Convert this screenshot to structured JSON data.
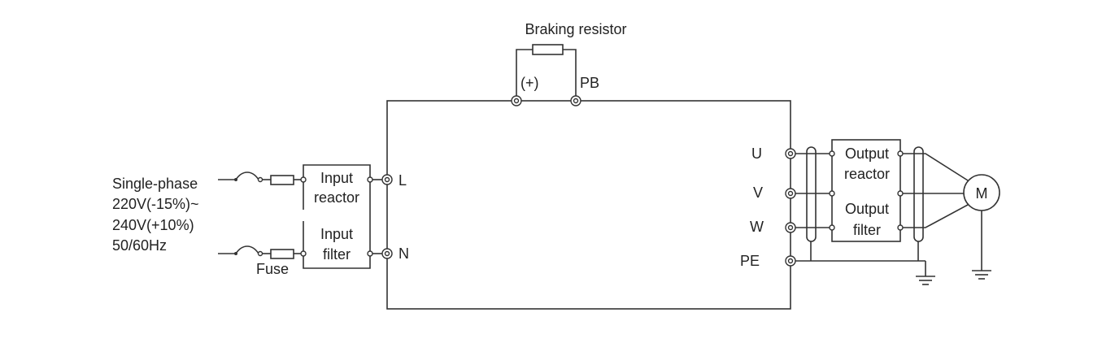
{
  "braking": {
    "label": "Braking resistor",
    "plus": "(+)",
    "pb": "PB"
  },
  "input": {
    "line1": "Single-phase",
    "line2": "220V(-15%)~",
    "line3": "240V(+10%)",
    "line4": "50/60Hz",
    "fuse": "Fuse",
    "box_top1": "Input",
    "box_top2": "reactor",
    "box_bot1": "Input",
    "box_bot2": "filter",
    "l": "L",
    "n": "N"
  },
  "output": {
    "u": "U",
    "v": "V",
    "w": "W",
    "pe": "PE",
    "box_top1": "Output",
    "box_top2": "reactor",
    "box_bot1": "Output",
    "box_bot2": "filter",
    "motor": "M"
  }
}
